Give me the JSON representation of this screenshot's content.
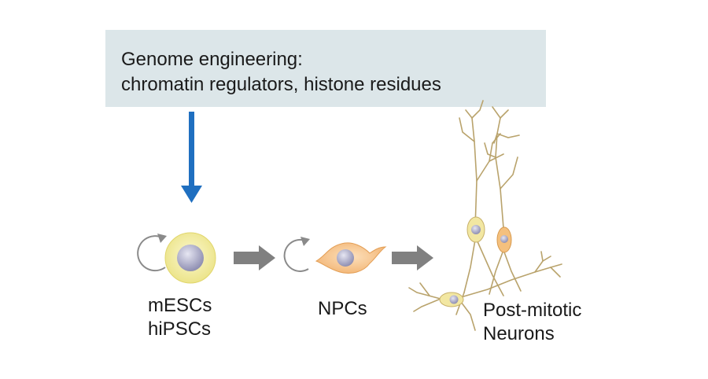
{
  "banner": {
    "line1": "Genome engineering:",
    "line2": "chromatin regulators, histone residues"
  },
  "stages": {
    "stem": {
      "line1": "mESCs",
      "line2": "hiPSCs"
    },
    "npc": {
      "line1": "NPCs"
    },
    "neuron": {
      "line1": "Post-mitotic",
      "line2": "Neurons"
    }
  },
  "colors": {
    "banner_bg": "#dce6e9",
    "down_arrow": "#1f6fc0",
    "step_arrow": "#808080",
    "stem_cell": "#f3ee9a",
    "npc_cell": "#f6c48a",
    "neuron_body": "#f2e7a2",
    "nucleus": "#a9a9c8"
  }
}
